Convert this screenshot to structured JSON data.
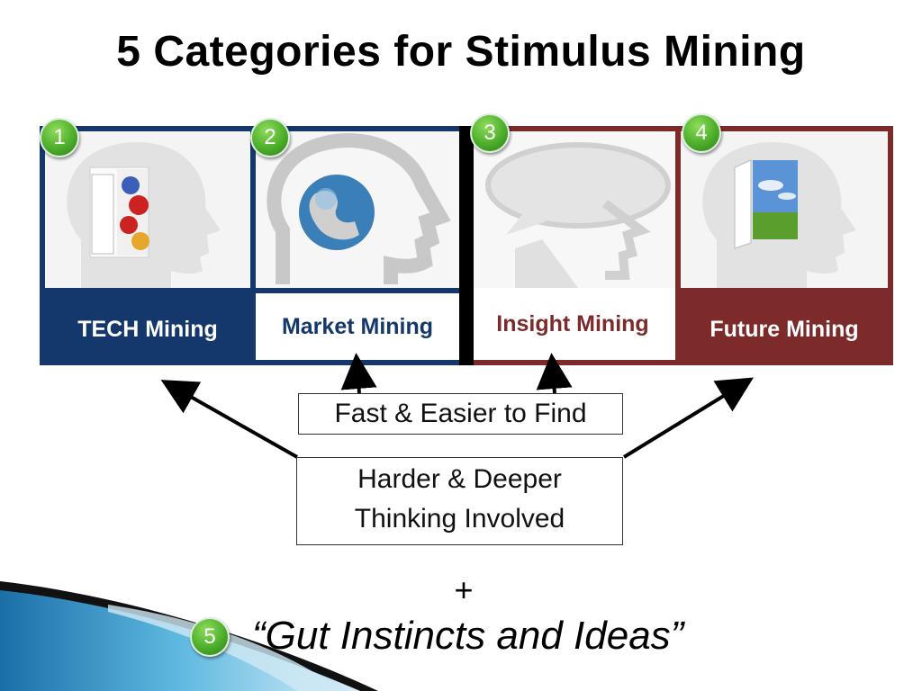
{
  "title": "5 Categories for Stimulus Mining",
  "categories": [
    {
      "number": "1",
      "label": "TECH Mining",
      "icon": "head-door-puzzle-icon"
    },
    {
      "number": "2",
      "label": "Market Mining",
      "icon": "head-globe-icon"
    },
    {
      "number": "3",
      "label": "Insight Mining",
      "icon": "head-speech-bubble-icon"
    },
    {
      "number": "4",
      "label": "Future Mining",
      "icon": "head-door-sky-icon"
    }
  ],
  "fast_box": "Fast & Easier to Find",
  "harder_box": {
    "line1": "Harder & Deeper",
    "line2": "Thinking Involved"
  },
  "plus": "+",
  "fifth": {
    "number": "5",
    "text": "“Gut Instincts and Ideas”"
  },
  "colors": {
    "navy": "#14386b",
    "maroon": "#7c2a2a",
    "badge_green": "#4cae2a",
    "swoosh_blue": "#3aa0cf"
  }
}
